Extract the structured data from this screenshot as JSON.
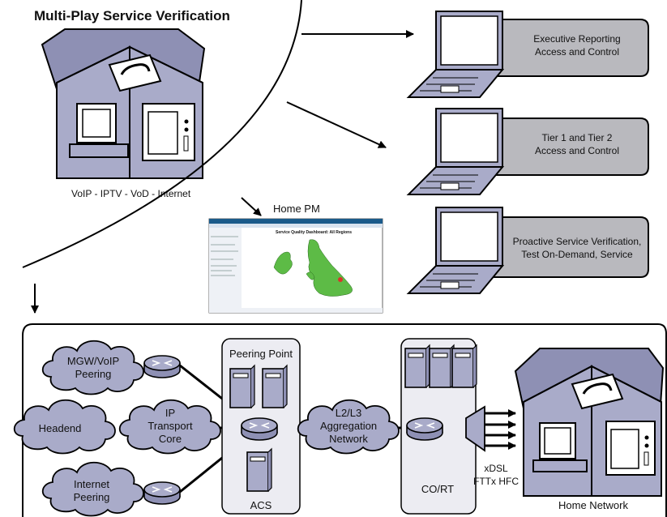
{
  "title": "Multi-Play Service Verification",
  "services": "VoIP - IPTV - VoD - Internet",
  "home_pm": {
    "label": "Home PM",
    "screenshot_title": "Service Quality Dashboard: All Regions"
  },
  "panels": [
    {
      "line1": "Executive Reporting",
      "line2": "Access and Control"
    },
    {
      "line1": "Tier 1 and Tier 2",
      "line2": "Access and Control"
    },
    {
      "line1": "Proactive Service Verification,",
      "line2": "Test On-Demand, Service"
    }
  ],
  "clouds": {
    "mgw": {
      "line1": "MGW/VoIP",
      "line2": "Peering"
    },
    "headend": {
      "line1": "Headend"
    },
    "ip": {
      "line1": "IP",
      "line2": "Transport",
      "line3": "Core"
    },
    "internet": {
      "line1": "Internet",
      "line2": "Peering"
    },
    "aggregation": {
      "line1": "L2/L3",
      "line2": "Aggregation",
      "line3": "Network"
    }
  },
  "peering_point": "Peering Point",
  "acs": "ACS",
  "co_rt": "CO/RT",
  "access": {
    "line1": "xDSL",
    "line2": "FTTx HFC"
  },
  "home_network": "Home Network",
  "colors": {
    "device": "#a9abc9",
    "device_dark": "#8e90b4",
    "panel": "#b9b9be",
    "map_green": "#5dbb46"
  }
}
